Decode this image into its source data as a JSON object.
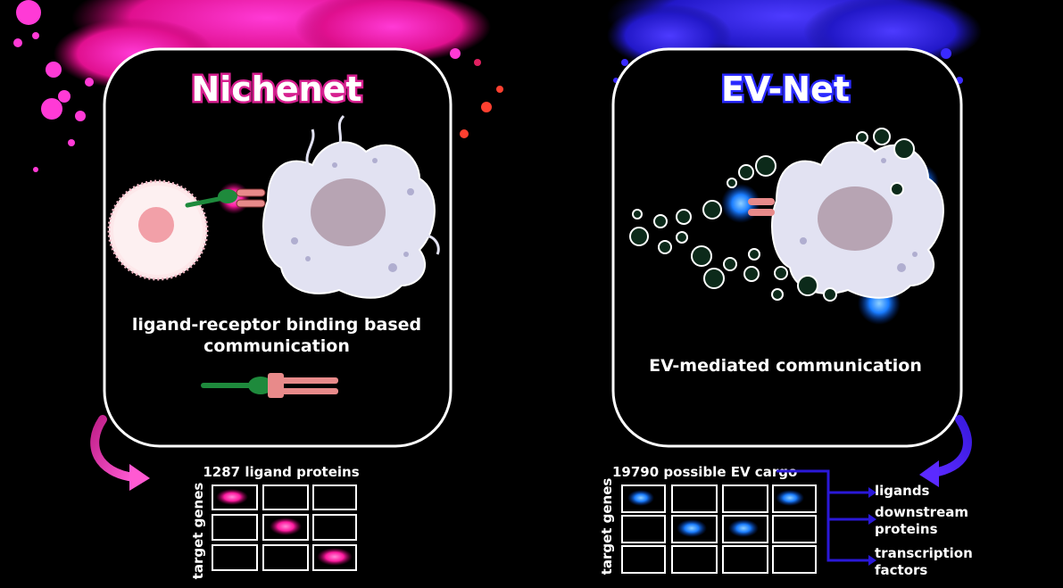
{
  "left": {
    "title": "Nichenet",
    "caption_line1": "ligand-receptor binding based",
    "caption_line2": "communication",
    "grid_header": "1287 ligand proteins",
    "grid_axis": "target genes"
  },
  "right": {
    "title": "EV-Net",
    "caption": "EV-mediated communication",
    "grid_header": "19790 possible EV cargo",
    "grid_axis": "target genes",
    "outputs": [
      {
        "line1": "ligands",
        "line2": ""
      },
      {
        "line1": "downstream",
        "line2": "proteins"
      },
      {
        "line1": "transcription",
        "line2": "factors"
      }
    ]
  },
  "colors": {
    "magenta": "#ff2fd0",
    "blue": "#2a2aff",
    "cell": "#e2e2f2",
    "nucleus": "#b7a4b3",
    "receptor": "#e88a8a",
    "ligand": "#1e8a3c"
  }
}
